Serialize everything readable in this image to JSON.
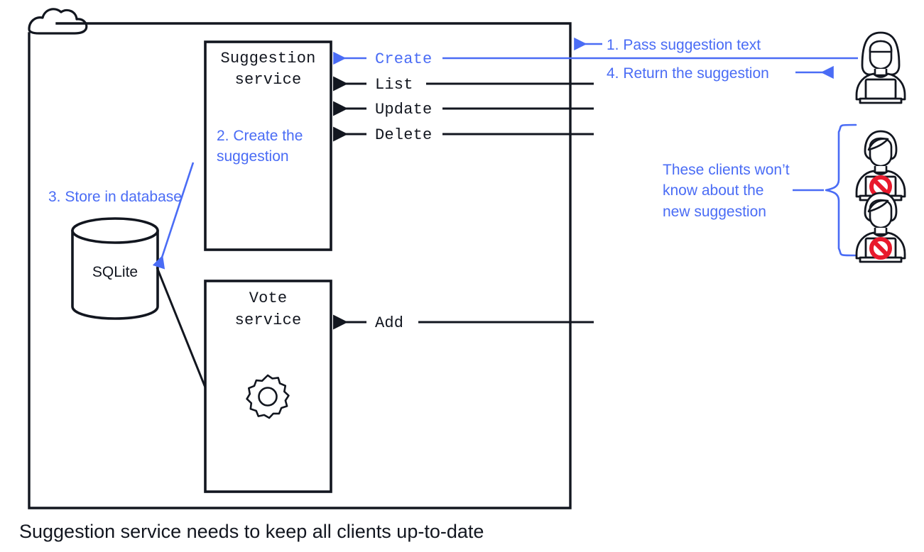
{
  "diagram": {
    "caption": "Suggestion service needs to keep all clients up-to-date",
    "colors": {
      "accent_blue": "#4a6cf5",
      "ink": "#12161f",
      "danger_red": "#e8192c",
      "background": "#ffffff"
    },
    "cloud_boundary": {
      "name": "cloud-boundary",
      "icon": "cloud-icon"
    },
    "services": [
      {
        "id": "suggestion-service",
        "title_line1": "Suggestion",
        "title_line2": "service",
        "annotation_line1": "2. Create the",
        "annotation_line2": "suggestion"
      },
      {
        "id": "vote-service",
        "title_line1": "Vote",
        "title_line2": "service",
        "icon": "gear-icon"
      }
    ],
    "database": {
      "id": "sqlite-database",
      "label": "SQLite",
      "icon": "cylinder-database-icon"
    },
    "suggestion_endpoints": [
      {
        "label": "Create",
        "color": "blue"
      },
      {
        "label": "List",
        "color": "black"
      },
      {
        "label": "Update",
        "color": "black"
      },
      {
        "label": "Delete",
        "color": "black"
      }
    ],
    "vote_endpoints": [
      {
        "label": "Add",
        "color": "black"
      }
    ],
    "flow_steps": [
      {
        "number": "1",
        "text": "1. Pass suggestion text"
      },
      {
        "number": "2",
        "text": "2. Create the suggestion"
      },
      {
        "number": "3",
        "text": "3. Store in database"
      },
      {
        "number": "4",
        "text": "4. Return the suggestion"
      }
    ],
    "store_label": "3. Store in database",
    "clients_note": {
      "line1": "These clients won’t",
      "line2": "know about the",
      "line3": "new suggestion"
    },
    "actors": [
      {
        "id": "active-client",
        "icon": "person-at-laptop-icon",
        "blocked": false
      },
      {
        "id": "stale-client-1",
        "icon": "person-at-laptop-blocked-icon",
        "blocked": true
      },
      {
        "id": "stale-client-2",
        "icon": "person-at-laptop-blocked-icon",
        "blocked": true
      }
    ]
  }
}
